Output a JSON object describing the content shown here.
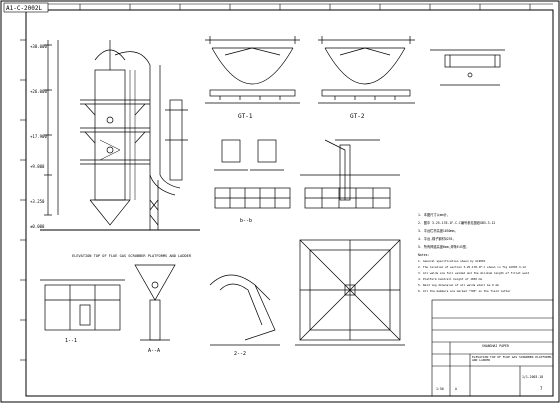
{
  "title_block": {
    "top_left_label": "A1-C-2002L",
    "sheet_number": "7",
    "project_name": "SHANGHAI PAPER",
    "drawing_title": "ELEVATION TOP OF FLUE GAS SCRUBBER PLATFORMS AND LADDER",
    "drawing_no": "1/1-2003-18",
    "rev": "A",
    "scale": "1:50"
  },
  "views": {
    "elevation_label": "ELEVATION TOP OF FLUE GAS SCRUBBER PLATFORMS AND LADDER",
    "gt1": "GT-1",
    "gt2": "GT-2",
    "section_b": "b--b",
    "section_1": "1--1",
    "section_a": "A--A",
    "section_2": "2--2",
    "elev_marks": [
      "+38.000",
      "+26.000",
      "+17.900",
      "+9.800",
      "+3.250",
      "±0.000"
    ]
  },
  "notes": {
    "items": [
      "1. 本图尺寸以mm计，",
      "2. 图中 3-25-178-1F-C-C编号参见图纸GB3-3-12",
      "3. 平台栏杆高度1050mm，",
      "4. 平台,梯子钢材Q235,",
      "5. 所有焊缝高度6mm,焊条E43型,",
      "Notes:",
      "1. General specification shown by GL9001",
      "2. The location of section 3-25-178-1F-C shown in fig GC003-3-12",
      "3. All welds are full welded and the minimum length of fillet weld",
      "4. Platform handrail height of 1050 mm",
      "5. Weld leg dimension of all welds shall be 6 mm",
      "6. All the members are marked \"TOP\" on the field letter"
    ]
  }
}
